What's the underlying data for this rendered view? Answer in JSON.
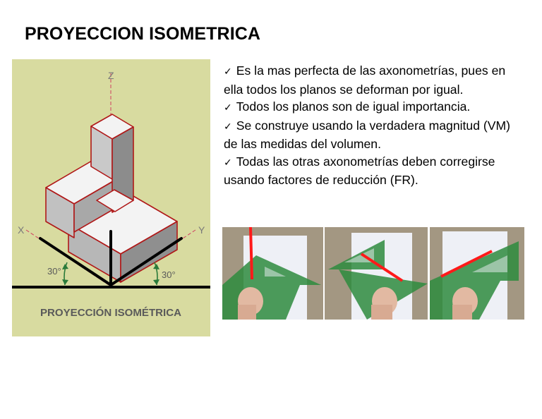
{
  "slide": {
    "title": "PROYECCION ISOMETRICA"
  },
  "figure": {
    "caption": "PROYECCIÓN ISOMÉTRICA",
    "axis_z": "Z",
    "axis_x": "X",
    "axis_y": "Y",
    "angle_left": "30°",
    "angle_right": "30°"
  },
  "bullets": [
    {
      "icon": "check-icon",
      "text": "Es la mas perfecta de las axonometrías, pues en ella todos los planos se deforman por igual."
    },
    {
      "icon": "check-icon",
      "text": "Todos los planos son de igual importancia."
    },
    {
      "icon": "check-icon",
      "text": "Se construye usando la verdadera magnitud (VM) de las medidas del volumen."
    },
    {
      "icon": "check-icon",
      "text": "Todas las otras axonometrías deben corregirse usando factores de reducción (FR)."
    }
  ],
  "colors": {
    "figure_background": "#d8dba0",
    "cube_edge": "#b01818",
    "highlight_line": "#ff1a1a",
    "set_square": "#2e8b3e"
  }
}
